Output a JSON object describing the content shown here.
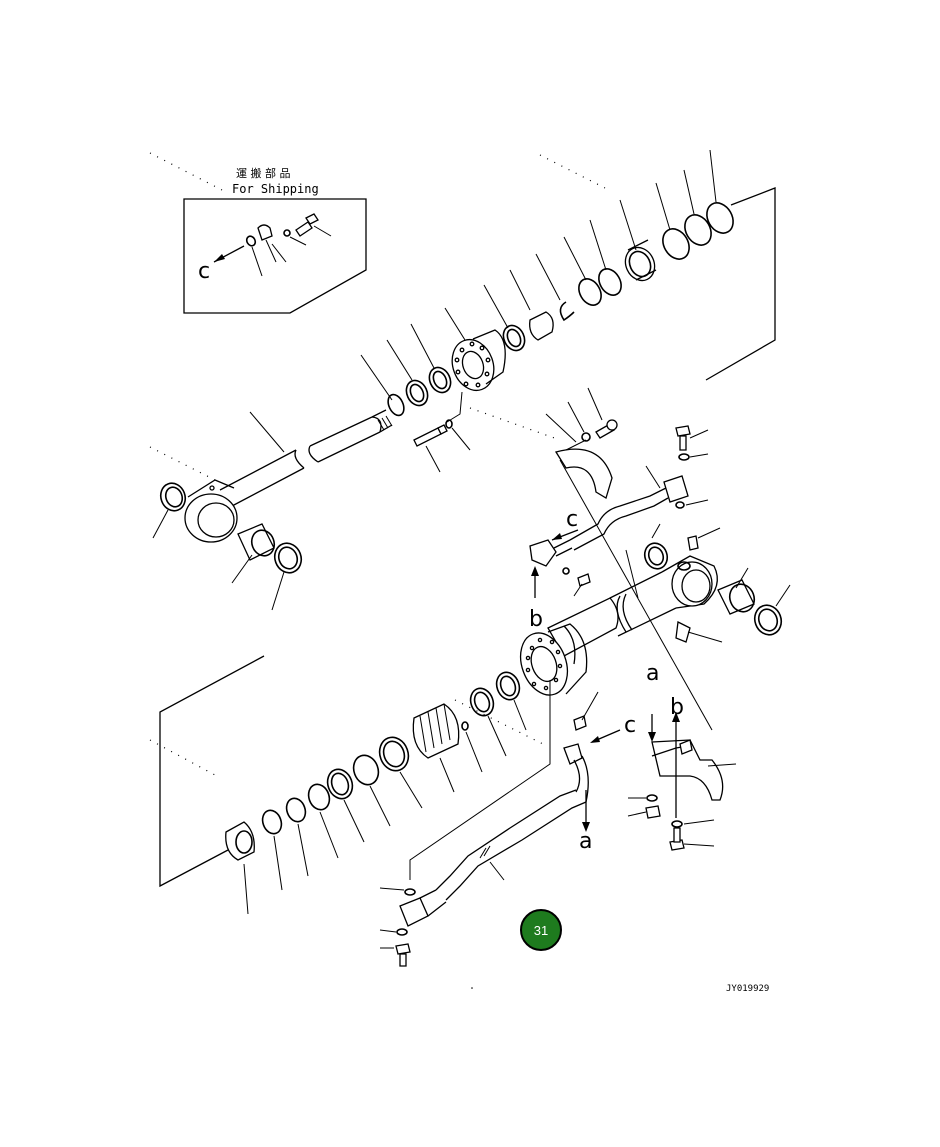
{
  "shipping_box": {
    "title_jp": "運 搬 部 品",
    "title_en": "For Shipping",
    "ref_letter": "c"
  },
  "ref_letters": {
    "c_mid": "c",
    "b_mid": "b",
    "a_right": "a",
    "b_right": "b",
    "c_lower": "c",
    "a_lower": "a"
  },
  "page_badge": {
    "number": "31",
    "fill_color": "#1e7b1e",
    "ring_color": "#000000"
  },
  "drawing_code": "JY019929"
}
